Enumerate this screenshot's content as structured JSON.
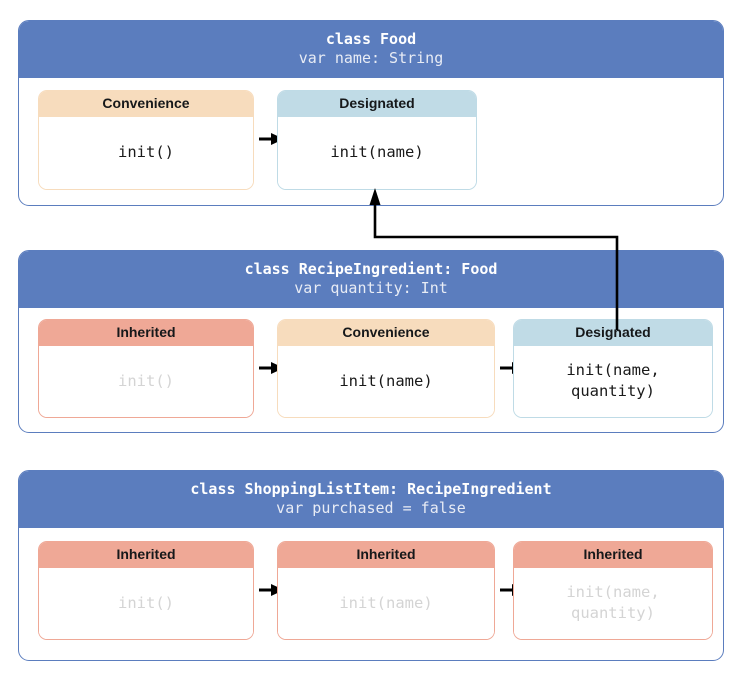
{
  "diagram": {
    "title": "Swift class initializer delegation chain",
    "colors": {
      "header_blue": "#5b7dbe",
      "designated_fill": "#c0dbe6",
      "convenience_fill": "#f7dcbd",
      "inherited_fill": "#efa896",
      "dimmed_text": "#d4d4d4",
      "arrow_black": "#000000",
      "card_background": "#ffffff"
    },
    "classes": [
      {
        "id": "food",
        "signature": "class Food",
        "property": "var name: String",
        "initializers": [
          {
            "id": "food-convenience-init",
            "kind": "Convenience",
            "signature": "init()",
            "dimmed": false
          },
          {
            "id": "food-designated-init",
            "kind": "Designated",
            "signature": "init(name)",
            "dimmed": false
          }
        ],
        "arrows": [
          "food-convenience-to-designated"
        ]
      },
      {
        "id": "recipe-ingredient",
        "signature": "class RecipeIngredient: Food",
        "property": "var quantity: Int",
        "initializers": [
          {
            "id": "recipe-inherited-init",
            "kind": "Inherited",
            "signature": "init()",
            "dimmed": true
          },
          {
            "id": "recipe-convenience-init",
            "kind": "Convenience",
            "signature": "init(name)",
            "dimmed": false
          },
          {
            "id": "recipe-designated-init",
            "kind": "Designated",
            "signature": "init(name,\nquantity)",
            "dimmed": false
          }
        ],
        "arrows": [
          "recipe-inherited-to-convenience",
          "recipe-convenience-to-designated"
        ]
      },
      {
        "id": "shopping-list-item",
        "signature": "class ShoppingListItem: RecipeIngredient",
        "property": "var purchased = false",
        "initializers": [
          {
            "id": "shopping-inherited-init-1",
            "kind": "Inherited",
            "signature": "init()",
            "dimmed": true
          },
          {
            "id": "shopping-inherited-init-2",
            "kind": "Inherited",
            "signature": "init(name)",
            "dimmed": true
          },
          {
            "id": "shopping-inherited-init-3",
            "kind": "Inherited",
            "signature": "init(name,\nquantity)",
            "dimmed": true
          }
        ],
        "arrows": [
          "shopping-inherited-1-to-2",
          "shopping-inherited-2-to-3"
        ]
      }
    ],
    "cross_class_connector": {
      "id": "superclass-delegation-arrow",
      "from": "recipe-designated-init",
      "to": "food-designated-init",
      "label": ""
    }
  }
}
